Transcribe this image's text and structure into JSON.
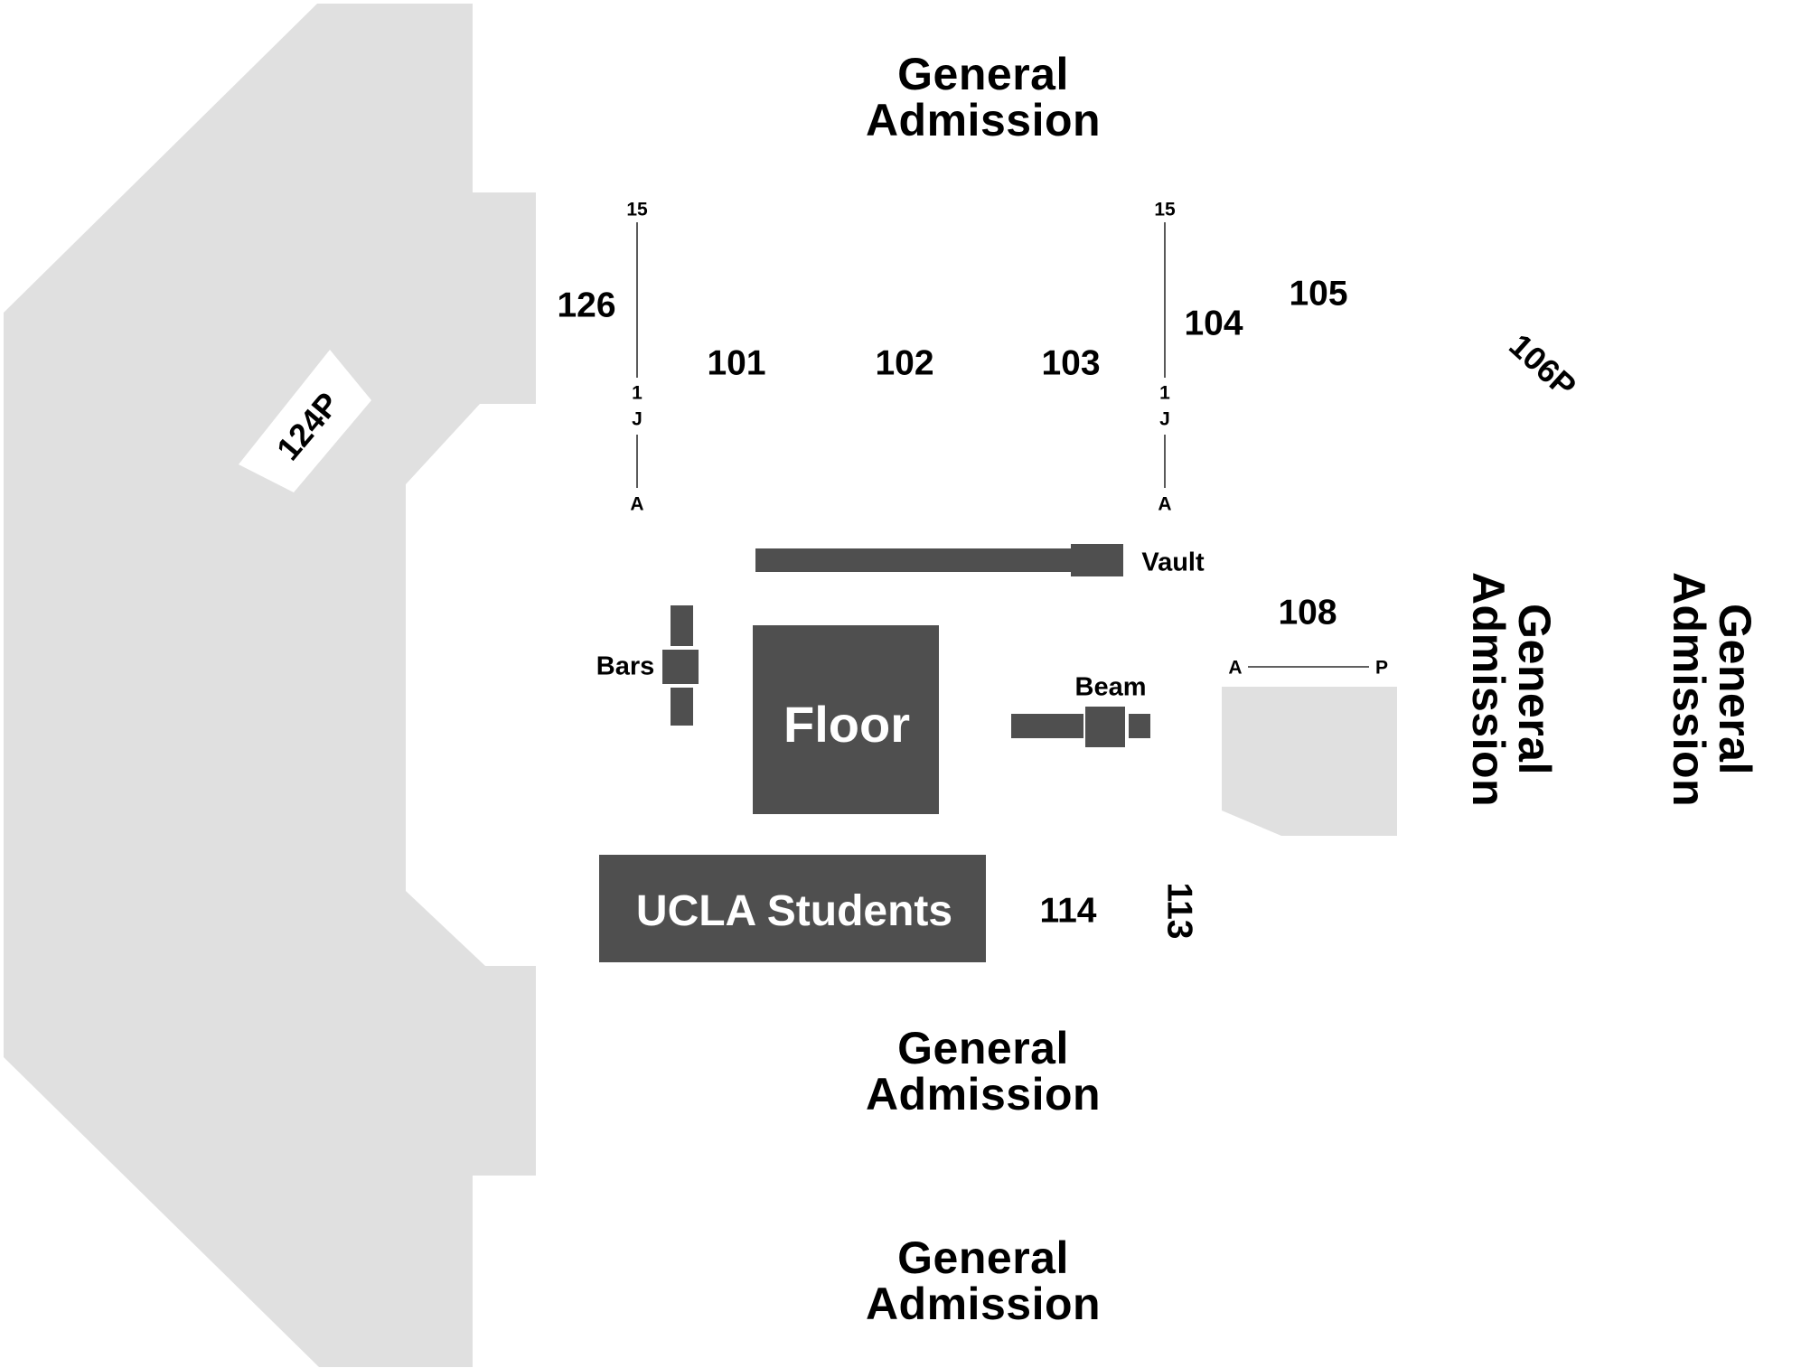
{
  "map": {
    "colors": {
      "section_fill": "#e0e0e0",
      "apparatus_fill": "#4f4f4f",
      "label_text": "#000000",
      "apparatus_text": "#ffffff",
      "background": "#ffffff"
    },
    "sections": {
      "s124p": "124P",
      "s126": "126",
      "s101": "101",
      "s102": "102",
      "s103": "103",
      "s104": "104",
      "s105": "105",
      "s106p": "106P",
      "s108": "108",
      "s113": "113",
      "s114": "114"
    },
    "row_markers": {
      "left": {
        "top": "15",
        "mid_seat": "1",
        "mid_row": "J",
        "bottom": "A"
      },
      "right": {
        "top": "15",
        "mid_seat": "1",
        "mid_row": "J",
        "bottom": "A"
      },
      "s108": {
        "start": "A",
        "end": "P"
      }
    },
    "general_admission": {
      "line1": "General",
      "line2": "Admission"
    },
    "apparatus": {
      "vault": "Vault",
      "bars": "Bars",
      "beam": "Beam",
      "floor": "Floor"
    },
    "student_section": "UCLA Students"
  }
}
